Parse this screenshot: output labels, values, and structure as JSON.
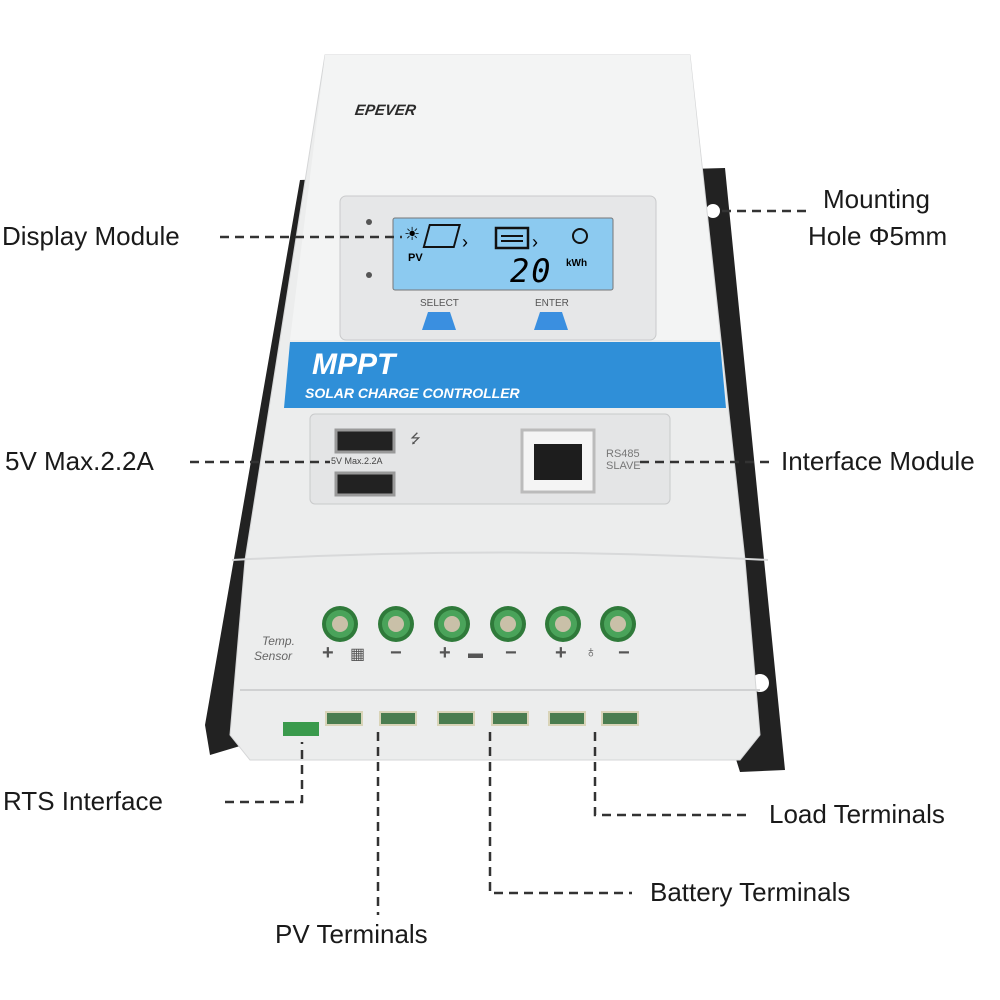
{
  "device": {
    "brand": "EPEVER",
    "banner_title": "MPPT",
    "banner_subtitle": "SOLAR CHARGE CONTROLLER",
    "lcd": {
      "pv_label": "PV",
      "value": "20",
      "unit": "kWh"
    },
    "buttons": {
      "select": "SELECT",
      "enter": "ENTER"
    },
    "usb_label": "5V  Max.2.2A",
    "port_label_1": "RS485",
    "port_label_2": "SLAVE",
    "temp_label_1": "Temp.",
    "temp_label_2": "Sensor",
    "terminal_signs": [
      "+",
      "−",
      "+",
      "−",
      "+",
      "−"
    ],
    "colors": {
      "body": "#eeeff0",
      "banner": "#2f8fd8",
      "lcd": "#8ccaf0",
      "button": "#3a8fe0",
      "terminal": "#3f9a4c",
      "plate": "#222222"
    }
  },
  "callouts": {
    "display_module": "Display Module",
    "mounting_hole_1": "Mounting",
    "mounting_hole_2": "Hole Φ5mm",
    "usb": "5V Max.2.2A",
    "interface_module": "Interface Module",
    "rts_interface": "RTS  Interface",
    "load_terminals": "Load Terminals",
    "battery_terminals": "Battery Terminals",
    "pv_terminals": "PV Terminals"
  }
}
